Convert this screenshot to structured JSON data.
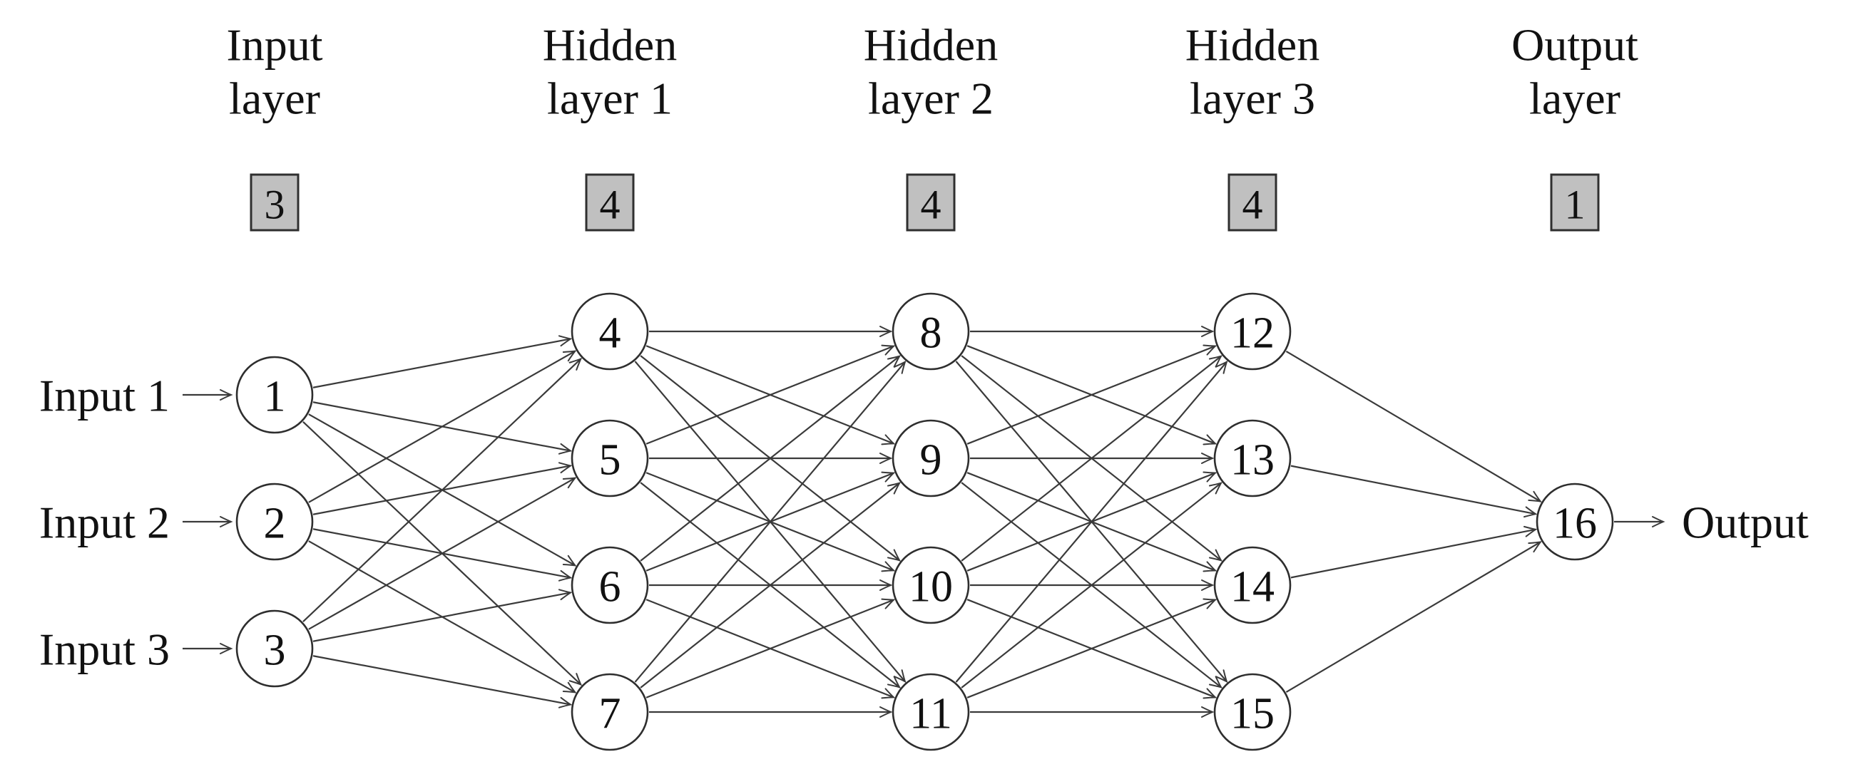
{
  "figure": {
    "type": "neural-network-diagram",
    "connectivity": "fully-connected between consecutive layers, arrows pointing left to right",
    "colors": {
      "background": "#ffffff",
      "ink": "#2e2e2e",
      "edge": "#3a3a3a",
      "badge_fill": "#c0c0c0",
      "badge_border": "#2f2f2f",
      "node_fill": "#ffffff",
      "text": "#111111"
    },
    "layers": [
      {
        "name": "input-layer",
        "header": [
          "Input",
          "layer"
        ],
        "size_badge": "3",
        "node_ids": [
          "1",
          "2",
          "3"
        ]
      },
      {
        "name": "hidden-layer-1",
        "header": [
          "Hidden",
          "layer 1"
        ],
        "size_badge": "4",
        "node_ids": [
          "4",
          "5",
          "6",
          "7"
        ]
      },
      {
        "name": "hidden-layer-2",
        "header": [
          "Hidden",
          "layer 2"
        ],
        "size_badge": "4",
        "node_ids": [
          "8",
          "9",
          "10",
          "11"
        ]
      },
      {
        "name": "hidden-layer-3",
        "header": [
          "Hidden",
          "layer 3"
        ],
        "size_badge": "4",
        "node_ids": [
          "12",
          "13",
          "14",
          "15"
        ]
      },
      {
        "name": "output-layer",
        "header": [
          "Output",
          "layer"
        ],
        "size_badge": "1",
        "node_ids": [
          "16"
        ]
      }
    ],
    "input_labels": [
      "Input 1",
      "Input 2",
      "Input 3"
    ],
    "output_label": "Output"
  }
}
